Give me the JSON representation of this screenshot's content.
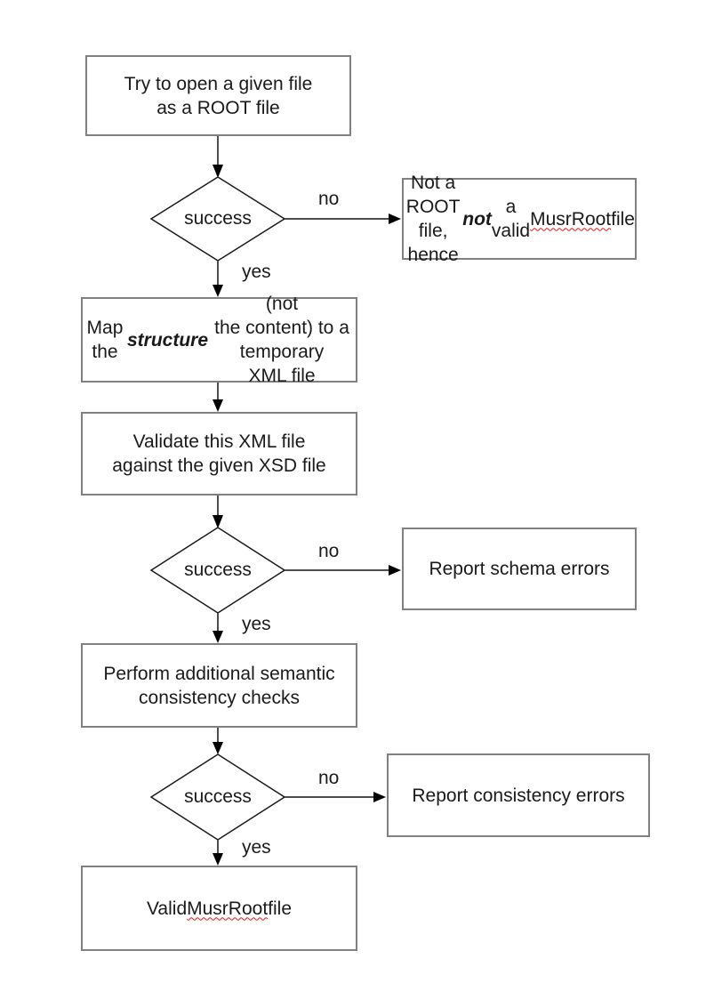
{
  "diagram_type": "flowchart",
  "colors": {
    "background": "#ffffff",
    "box_border": "#808080",
    "diamond_stroke": "#1a1a1a",
    "connector": "#4d4d4d",
    "arrowhead": "#000000",
    "text": "#1a1a1a",
    "spellcheck_underline": "#ee1111"
  },
  "nodes": {
    "open_file": {
      "type": "process",
      "segments": [
        {
          "text": "Try to open a given file\nas a ROOT file"
        }
      ]
    },
    "decision_open": {
      "label": "success"
    },
    "not_root": {
      "type": "process",
      "segments": [
        {
          "text": "Not a ROOT file, hence\n"
        },
        {
          "text": "not",
          "style": "bold-italic"
        },
        {
          "text": " a valid\n"
        },
        {
          "text": "MusrRoot",
          "style": "misspelled"
        },
        {
          "text": " file"
        }
      ]
    },
    "map_structure": {
      "type": "process",
      "segments": [
        {
          "text": "Map the "
        },
        {
          "text": "structure",
          "style": "bold-italic"
        },
        {
          "text": " (not\nthe content) to a temporary\nXML file"
        }
      ]
    },
    "validate_xml": {
      "type": "process",
      "segments": [
        {
          "text": "Validate this XML file\nagainst the given XSD file"
        }
      ]
    },
    "decision_schema": {
      "label": "success"
    },
    "schema_errors": {
      "type": "process",
      "segments": [
        {
          "text": "Report schema errors"
        }
      ]
    },
    "semantic_checks": {
      "type": "process",
      "segments": [
        {
          "text": "Perform additional semantic\nconsistency checks"
        }
      ]
    },
    "decision_consistency": {
      "label": "success"
    },
    "consistency_errors": {
      "type": "process",
      "segments": [
        {
          "text": "Report consistency errors"
        }
      ]
    },
    "valid_file": {
      "type": "process",
      "segments": [
        {
          "text": "Valid "
        },
        {
          "text": "MusrRoot",
          "style": "misspelled"
        },
        {
          "text": " file"
        }
      ]
    }
  },
  "edge_labels": {
    "no1": "no",
    "yes1": "yes",
    "no2": "no",
    "yes2": "yes",
    "no3": "no",
    "yes3": "yes"
  }
}
